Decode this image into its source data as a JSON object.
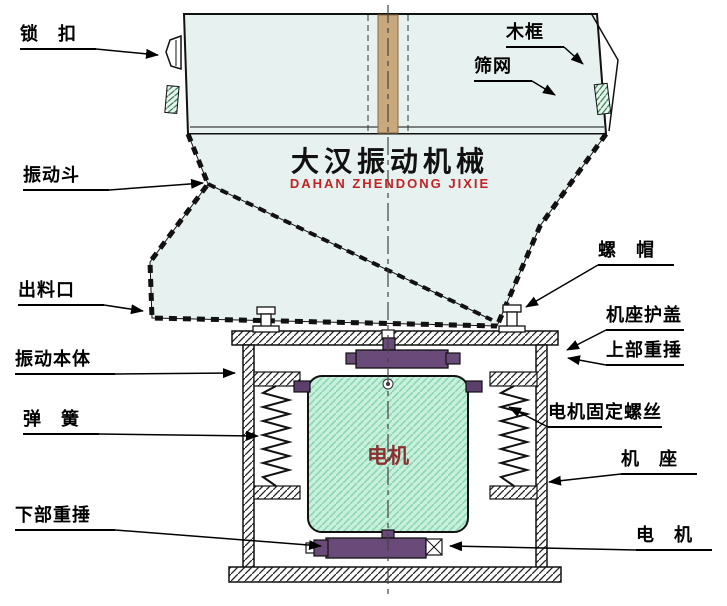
{
  "watermark": {
    "cn": "大汉振动机械",
    "en": "DAHAN ZHENDONG JIXIE"
  },
  "motor_label": "电机",
  "labels": {
    "lock": "锁　扣",
    "wood_frame": "木框",
    "sieve_mesh": "筛网",
    "vibration_hopper": "振动斗",
    "discharge_port": "出料口",
    "vibration_body": "振动本体",
    "spring": "弹　簧",
    "lower_weight": "下部重捶",
    "nut": "螺　帽",
    "base_cover": "机座护盖",
    "upper_weight": "上部重捶",
    "motor_fixing_screw": "电机固定螺丝",
    "base": "机　座",
    "motor": "电　机"
  },
  "colors": {
    "body_fill": "#e7f2f0",
    "motor_green": "#c9f0dc",
    "weight_purple": "#6a4a78",
    "column_tan": "#c9a87e",
    "brand_red": "#c22222"
  }
}
